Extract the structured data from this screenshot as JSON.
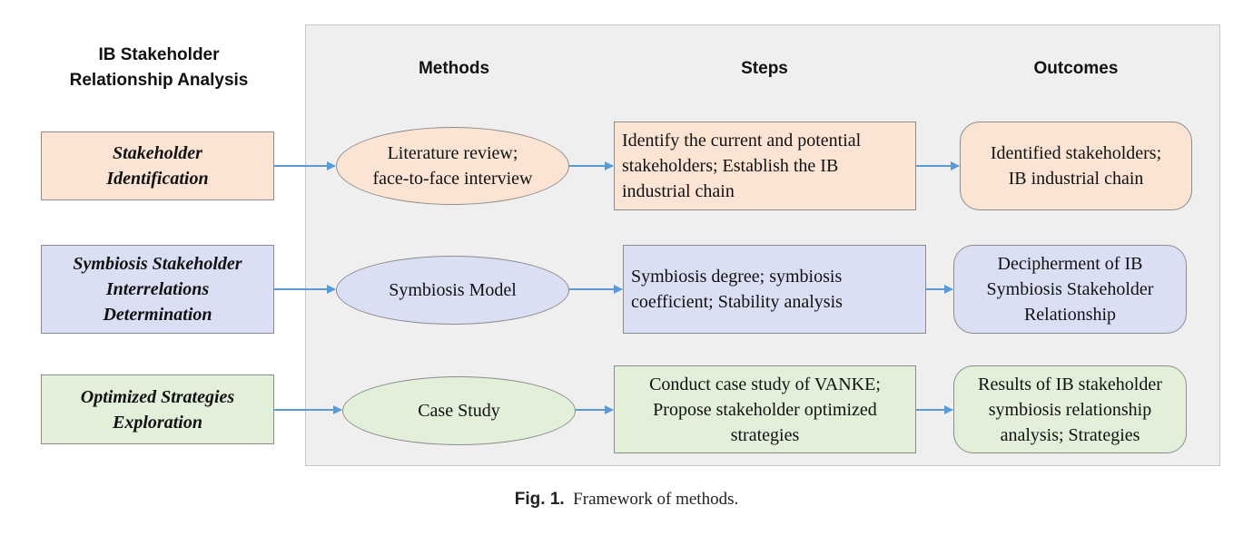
{
  "left_header": "IB Stakeholder\nRelationship Analysis",
  "headers": {
    "methods": "Methods",
    "steps": "Steps",
    "outcomes": "Outcomes"
  },
  "rows": [
    {
      "stage": "Stakeholder\nIdentification",
      "method": "Literature review;\nface-to-face interview",
      "step": "Identify the current and potential stakeholders;  Establish the IB industrial chain",
      "outcome": "Identified stakeholders;\nIB industrial chain"
    },
    {
      "stage": "Symbiosis Stakeholder\nInterrelations\nDetermination",
      "method": "Symbiosis Model",
      "step": "Symbiosis degree; symbiosis coefficient; Stability analysis",
      "outcome": "Decipherment of IB\nSymbiosis Stakeholder\nRelationship"
    },
    {
      "stage": "Optimized Strategies\nExploration",
      "method": "Case Study",
      "step": "Conduct  case study of VANKE;\nPropose stakeholder optimized\nstrategies",
      "outcome": "Results of IB stakeholder\nsymbiosis relationship\nanalysis;  Strategies"
    }
  ],
  "caption": {
    "label": "Fig. 1.",
    "text": "Framework of methods."
  },
  "colors": {
    "row1_fill": "#fbe4d4",
    "row2_fill": "#dadff4",
    "row3_fill": "#e2efd9",
    "arrow": "#5b9bd5",
    "panel": "#efefef"
  }
}
